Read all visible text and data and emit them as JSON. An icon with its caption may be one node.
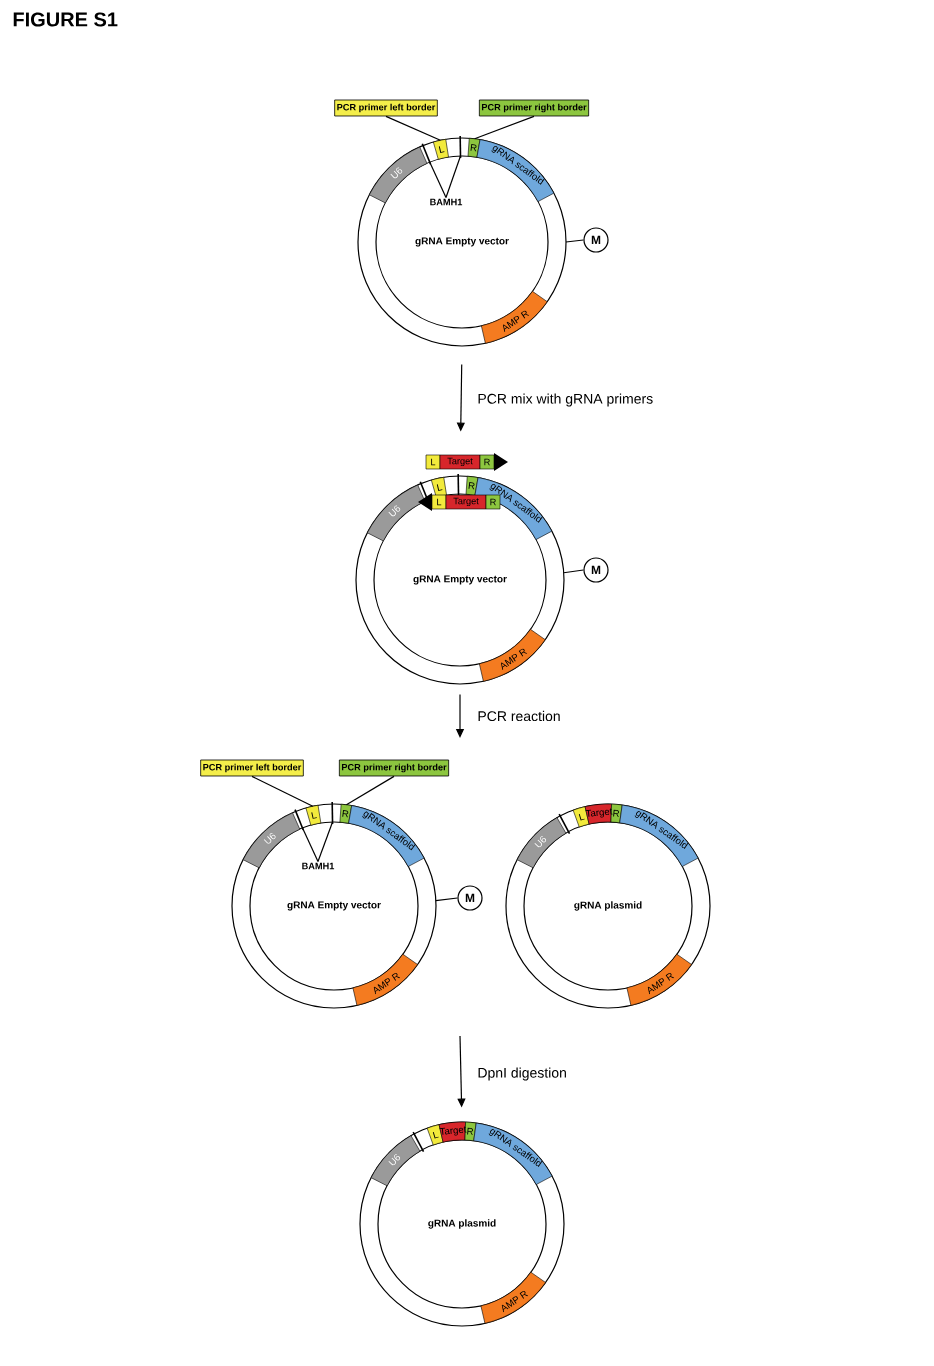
{
  "diagram": {
    "title": "FIGURE S1",
    "nodes": [
      {
        "text": [
          "gRNA Empty vector"
        ]
      },
      {
        "text": [
          "PCR primer left border"
        ]
      },
      {
        "text": [
          "PCR primer right border"
        ]
      },
      {
        "text": [
          "BAMH1"
        ],
        "in": 0
      },
      {
        "text": [
          "M"
        ]
      },
      {
        "text": [
          "gRNA Empty vector"
        ]
      },
      {
        "text": [
          "M"
        ]
      },
      {
        "text": [
          "gRNA Empty vector"
        ]
      },
      {
        "text": [
          "PCR primer left border"
        ]
      },
      {
        "text": [
          "PCR primer right border"
        ]
      },
      {
        "text": [
          "BAMH1"
        ],
        "in": 7
      },
      {
        "text": [
          "M"
        ]
      },
      {
        "text": [
          "gRNA plasmid"
        ]
      },
      {
        "text": [
          "gRNA plasmid"
        ]
      }
    ],
    "edges": [
      {
        "from": 1,
        "to": 0,
        "arrow": "none"
      },
      {
        "from": 2,
        "to": 0,
        "arrow": "none"
      },
      {
        "from": 3,
        "to": 0,
        "arrow": "none"
      },
      {
        "from": 3,
        "to": 0,
        "arrow": "none"
      },
      {
        "from": 0,
        "to": 4,
        "arrow": "none"
      },
      {
        "from": 0,
        "to": 5,
        "arrow": "to",
        "label": "PCR mix with gRNA primers"
      },
      {
        "from": 5,
        "to": 6,
        "arrow": "none"
      },
      {
        "from": 5,
        "to": null,
        "arrow": "to",
        "label": "PCR reaction"
      },
      {
        "from": 8,
        "to": 7,
        "arrow": "none"
      },
      {
        "from": 9,
        "to": 7,
        "arrow": "none"
      },
      {
        "from": 10,
        "to": 7,
        "arrow": "none"
      },
      {
        "from": 10,
        "to": 7,
        "arrow": "none"
      },
      {
        "from": 7,
        "to": 11,
        "arrow": "none"
      },
      {
        "from": null,
        "to": 13,
        "arrow": "to",
        "label": "DpnI digestion"
      }
    ],
    "labels": [
      "U6",
      "L",
      "R",
      "gRNA scaffold",
      "AMP R",
      "L",
      "Target",
      "R",
      "U6",
      "L",
      "R",
      "gRNA scaffold",
      "AMP R",
      "L",
      "Target",
      "R",
      "U6",
      "L",
      "R",
      "gRNA scaffold",
      "AMP R",
      "U6",
      "L",
      "Target",
      "R",
      "gRNA scaffold",
      "AMP R",
      "U6",
      "L",
      "Target",
      "R",
      "gRNA scaffold",
      "AMP R"
    ]
  }
}
